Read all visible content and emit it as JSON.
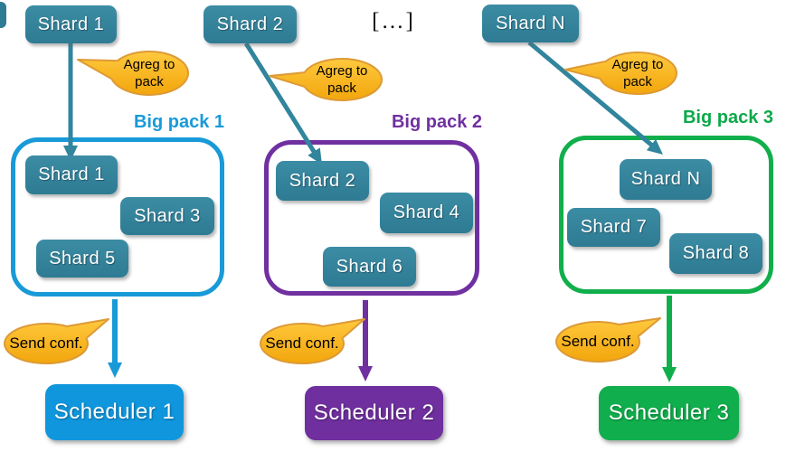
{
  "top_row": {
    "shards": [
      "Shard 1",
      "Shard 2",
      "Shard N"
    ],
    "ellipsis": "[…]"
  },
  "callouts": {
    "agreg": {
      "line1": "Agreg to",
      "line2": "pack"
    },
    "send": "Send conf."
  },
  "packs": [
    {
      "title": "Big pack 1",
      "accent": "#189ad8",
      "shards": [
        "Shard 1",
        "Shard 3",
        "Shard 5"
      ],
      "scheduler": "Scheduler 1"
    },
    {
      "title": "Big pack 2",
      "accent": "#7030a0",
      "shards": [
        "Shard 2",
        "Shard 4",
        "Shard 6"
      ],
      "scheduler": "Scheduler 2"
    },
    {
      "title": "Big pack 3",
      "accent": "#0ca94a",
      "shards": [
        "Shard N",
        "Shard 7",
        "Shard 8"
      ],
      "scheduler": "Scheduler 3"
    }
  ],
  "colors": {
    "shard_fill": "#2f7e95",
    "arrow_teal": "#31859c",
    "bubble_fill": "#ffc000",
    "bubble_border": "#dd9a36",
    "blue": "#189ad8",
    "purple": "#7030a0",
    "green": "#11af4b"
  }
}
